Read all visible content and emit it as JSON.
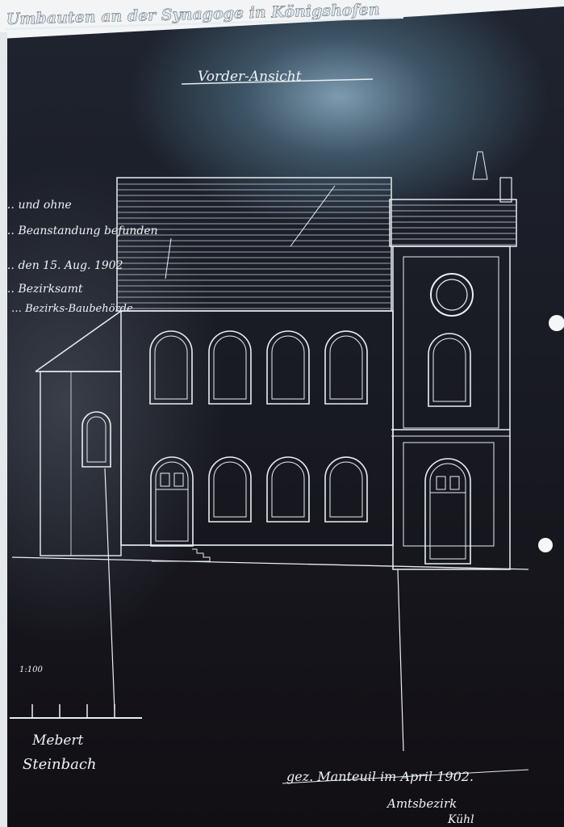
{
  "drawing": {
    "header_title": "Umbauten an der Synagoge in Königshofen",
    "view_title": "Vorder-Ansicht",
    "approval_note": [
      "… und ohne",
      "… Beanstandung befunden",
      "… den 15. Aug. 1902",
      "… Bezirksamt",
      "… Bezirks-Baubehörde"
    ],
    "scale_label": "1:100",
    "left_signature": [
      "Mebert",
      "Steinbach"
    ],
    "footer_note": "gez. Manteuil im April 1902.",
    "bottom_signature": [
      "Amtsbezirk",
      "Kühl"
    ],
    "line_color": "#e8eef2",
    "paper_color": "#17181f"
  }
}
